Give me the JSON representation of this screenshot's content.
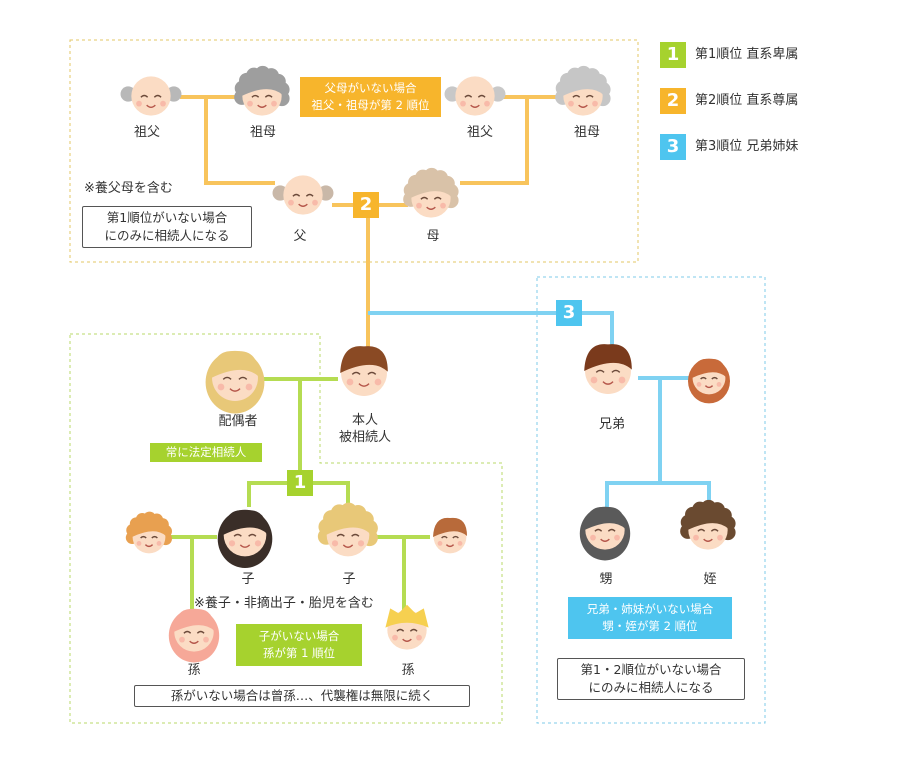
{
  "colors": {
    "first": "#a6d22e",
    "second": "#f7b52c",
    "third": "#4ec5ef",
    "line_orange": "#f8c45c",
    "line_green": "#b5dc52",
    "line_blue": "#7fd2f2"
  },
  "legend": [
    {
      "num": "1",
      "text": "第1順位 直系卑属"
    },
    {
      "num": "2",
      "text": "第2順位 直系尊属"
    },
    {
      "num": "3",
      "text": "第3順位 兄弟姉妹"
    }
  ],
  "badges": {
    "first": "1",
    "second": "2",
    "third": "3"
  },
  "ascendants": {
    "paternal_grandfather": "祖父",
    "paternal_grandmother": "祖母",
    "maternal_grandfather": "祖父",
    "maternal_grandmother": "祖母",
    "father": "父",
    "mother": "母",
    "grandparents_note_line1": "父母がいない場合",
    "grandparents_note_line2": "祖父・祖母が第 2 順位",
    "adoptive_note": "※養父母を含む",
    "condition_line1": "第1順位がいない場合",
    "condition_line2": "にのみに相続人になる"
  },
  "deceased": {
    "self_line1": "本人",
    "self_line2": "被相続人",
    "spouse": "配偶者",
    "spouse_note": "常に法定相続人"
  },
  "descendants": {
    "child1": "子",
    "child2": "子",
    "child_note": "※養子・非摘出子・胎児を含む",
    "no_child_line1": "子がいない場合",
    "no_child_line2": "孫が第 1 順位",
    "grandchild1": "孫",
    "grandchild2": "孫",
    "succession_note": "孫がいない場合は曾孫…、代襲権は無限に続く"
  },
  "siblings": {
    "sibling": "兄弟",
    "nephew": "甥",
    "niece": "姪",
    "note_line1": "兄弟・姉妹がいない場合",
    "note_line2": "甥・姪が第 2 順位",
    "condition_line1": "第1・2順位がいない場合",
    "condition_line2": "にのみに相続人になる"
  }
}
